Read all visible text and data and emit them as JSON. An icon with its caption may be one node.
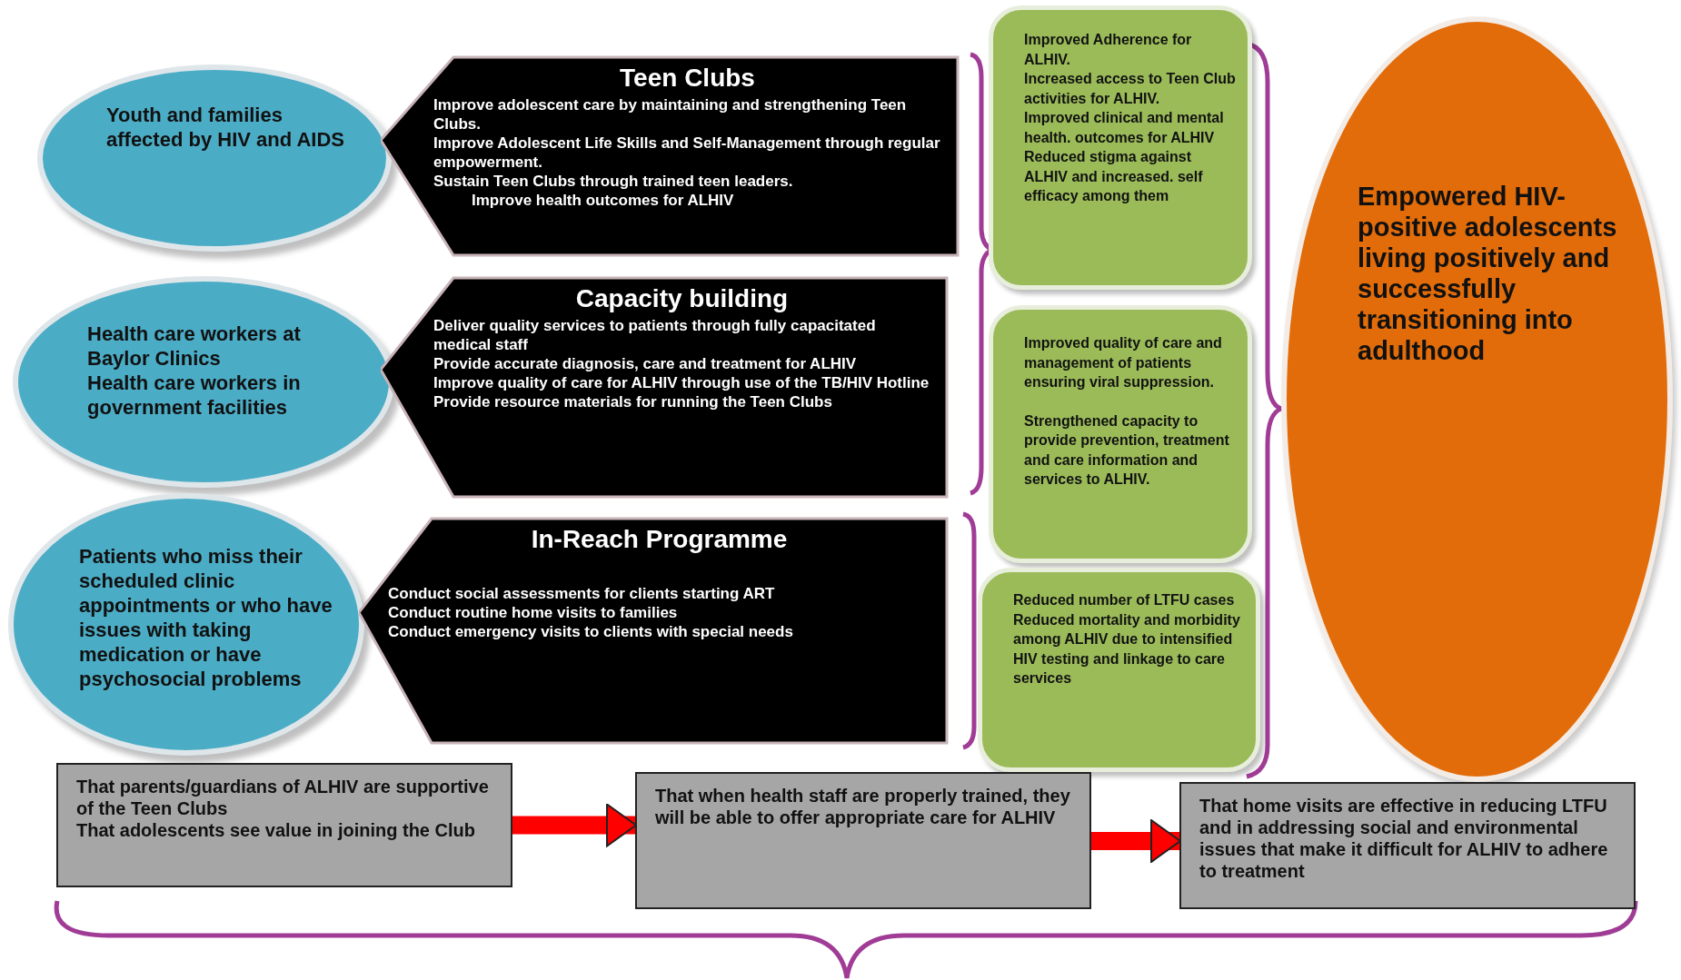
{
  "diagram": {
    "nodes": [
      {
        "text": [
          "Youth and families affected by HIV and AIDS"
        ]
      },
      {
        "text": [
          "Health care workers at Baylor Clinics",
          "Health care workers in government facilities"
        ]
      },
      {
        "text": [
          "Patients who miss their scheduled clinic appointments or who have issues with taking medication or have psychosocial problems"
        ]
      },
      {
        "text": [
          "Teen Clubs",
          "Improve adolescent care by maintaining and strengthening Teen Clubs.",
          "Improve Adolescent Life Skills and Self-Management through regular empowerment.",
          "Sustain Teen Clubs through trained teen leaders.",
          "Improve health outcomes for ALHIV"
        ]
      },
      {
        "text": [
          "Capacity building",
          "Deliver quality services to patients through fully capacitated medical staff",
          "Provide accurate diagnosis, care and treatment for ALHIV",
          "Improve quality of care for ALHIV through use of the TB/HIV Hotline",
          "Provide resource materials for running the Teen Clubs"
        ]
      },
      {
        "text": [
          "In-Reach Programme",
          "Conduct social assessments for clients starting ART",
          "Conduct routine home visits to families",
          "Conduct emergency visits to clients with special needs"
        ]
      },
      {
        "text": [
          "Improved Adherence for ALHIV.",
          "Increased access to Teen Club activities for ALHIV.",
          "Improved clinical and mental health. outcomes for ALHIV",
          "Reduced stigma against ALHIV and increased. self efficacy among them"
        ]
      },
      {
        "text": [
          "Improved quality of care and management of patients ensuring viral suppression.",
          "Strengthened capacity to provide prevention, treatment and care information and services to ALHIV."
        ]
      },
      {
        "text": [
          "Reduced number of LTFU cases",
          "Reduced mortality and morbidity among ALHIV due to intensified HIV testing and linkage to care services"
        ]
      },
      {
        "text": [
          "Empowered HIV-positive adolescents living positively and successfully transitioning into adulthood"
        ]
      },
      {
        "text": [
          "That parents/guardians of ALHIV are supportive of the Teen Clubs",
          "That adolescents see value in joining the Club"
        ]
      },
      {
        "text": [
          "That when health staff are properly trained, they will be able to offer appropriate care for ALHIV"
        ]
      },
      {
        "text": [
          "That home visits are effective in reducing LTFU and in addressing social and environmental issues that make it difficult for ALHIV to adhere to treatment"
        ]
      }
    ],
    "edges": [
      {
        "from": 10,
        "to": 11,
        "arrow": "to",
        "color": "#ff0000"
      },
      {
        "from": 11,
        "to": 12,
        "arrow": "to",
        "color": "#ff0000"
      }
    ]
  }
}
